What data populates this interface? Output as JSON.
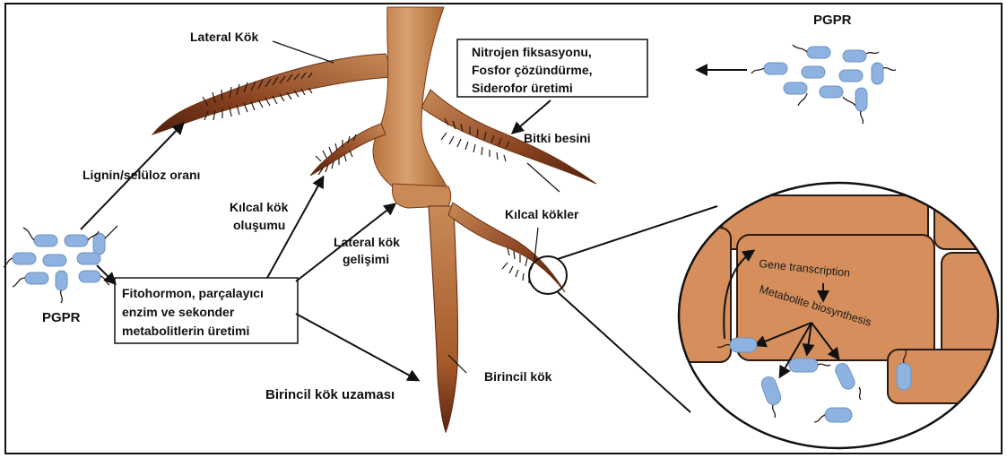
{
  "labels": {
    "lateral_root": "Lateral Kök",
    "pgpr_top": "PGPR",
    "pgpr_left": "PGPR",
    "lignin": "Lignin/selüloz oranı",
    "root_hair_formation_1": "Kılcal kök",
    "root_hair_formation_2": "oluşumu",
    "lateral_dev_1": "Lateral kök",
    "lateral_dev_2": "gelişimi",
    "plant_nutrient": "Bitki besini",
    "root_hairs": "Kılcal kökler",
    "primary_root": "Birincil kök",
    "primary_elongation": "Birincil kök uzaması"
  },
  "top_box": {
    "line1": "Nitrojen fiksasyonu,",
    "line2": "Fosfor çözündürme,",
    "line3": "Siderofor üretimi"
  },
  "left_box": {
    "line1": "Fitohormon, parçalayıcı",
    "line2": "enzim ve sekonder",
    "line3": "metabolitlerin üretimi"
  },
  "zoom": {
    "gene_transcription": "Gene transcription",
    "metabolite_biosynthesis": "Metabolite biosynthesis"
  },
  "colors": {
    "root_fill": "#c98a57",
    "root_dark": "#7a3a14",
    "root_tip": "#5a2410",
    "cell_fill": "#d68f5c",
    "bacteria": "#8fb3e0",
    "hair": "#2a1a10"
  }
}
